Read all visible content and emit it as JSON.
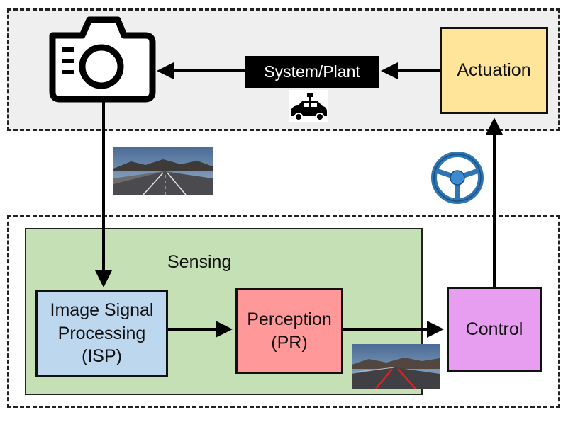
{
  "diagram": {
    "sensing_label": "Sensing",
    "nodes": {
      "isp": "Image Signal\nProcessing\n(ISP)",
      "pr": "Perception\n(PR)",
      "control": "Control",
      "actuation": "Actuation",
      "plant": "System/Plant"
    }
  },
  "icons": {
    "camera": "camera-icon",
    "car": "car-icon",
    "steering": "steering-wheel-icon",
    "road_raw": "road-image-raw-icon",
    "road_detected": "road-image-lanes-icon"
  },
  "colors": {
    "isp": "#bdd7ee",
    "perception": "#ff9999",
    "control": "#e89ef0",
    "actuation": "#ffe599",
    "sensing": "#c5e0b4",
    "steering": "#2e75b6"
  }
}
